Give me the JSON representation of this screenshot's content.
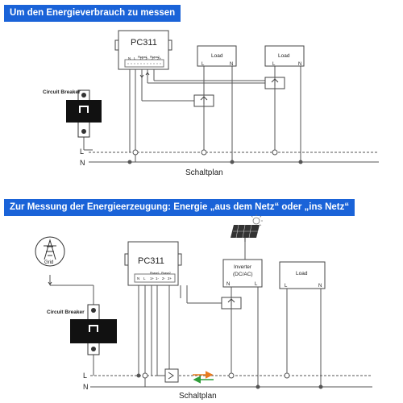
{
  "top_section": {
    "banner": "Um den Energieverbrauch zu messen",
    "device_label": "PC311",
    "terminal_group_1": "Phase1",
    "terminal_group_2": "Phase2",
    "terminals": [
      "N",
      "L",
      "1+",
      "1-",
      "2-",
      "2+"
    ],
    "breaker_label": "Circuit Breaker",
    "load_1": "Load",
    "load_2": "Load",
    "line_l": "L",
    "line_n": "N",
    "caption": "Schaltplan"
  },
  "bottom_section": {
    "banner": "Zur Messung der Energieerzeugung: Energie „aus dem Netz“ oder „ins Netz“",
    "grid_label": "Grid",
    "device_label": "PC311",
    "terminal_group_1": "Phase1",
    "terminal_group_2": "Phase2",
    "terminals": [
      "N",
      "L",
      "1+",
      "1-",
      "2-",
      "2+"
    ],
    "breaker_label": "Circuit Breaker",
    "inverter_label_1": "Inverter",
    "inverter_label_2": "(DC/AC)",
    "inverter_n": "N",
    "inverter_l": "L",
    "load": "Load",
    "load_l": "L",
    "load_n": "N",
    "line_l": "L",
    "line_n": "N",
    "caption": "Schaltplan"
  },
  "icons": [
    "grid-tower-icon",
    "solar-panel-icon",
    "sun-icon",
    "ct-clamp-icon",
    "circuit-breaker-icon"
  ],
  "colors": {
    "banner_bg": "#1a63d8",
    "banner_text": "#ffffff",
    "arrow_orange": "#e87b1e",
    "arrow_green": "#2f9d3a",
    "wire": "#555555"
  }
}
